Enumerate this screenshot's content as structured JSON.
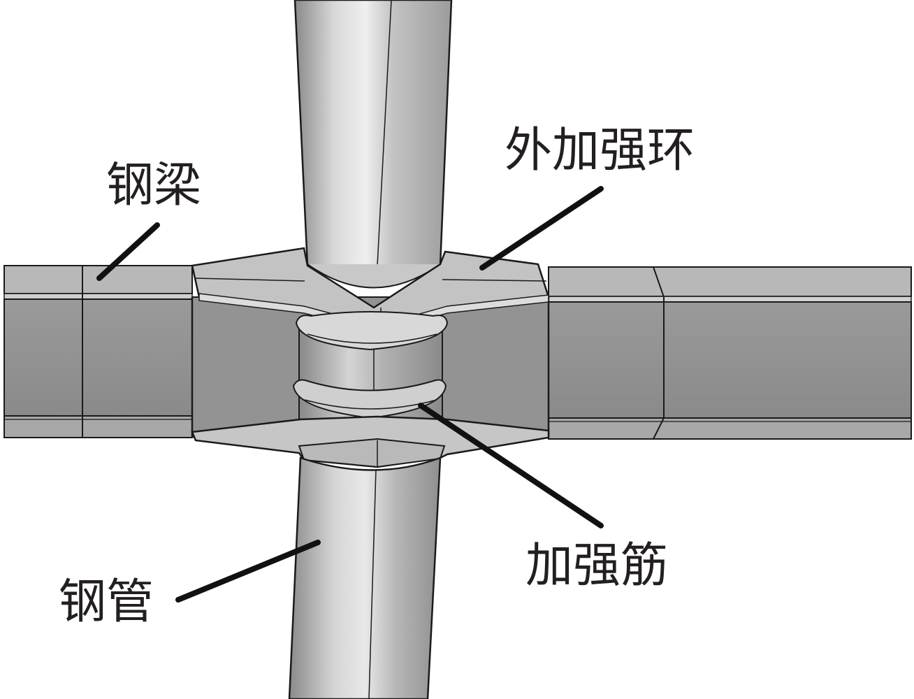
{
  "labels": {
    "steel_beam": "钢梁",
    "outer_stiffening_ring": "外加强环",
    "stiffener": "加强筋",
    "steel_tube": "钢管"
  },
  "colors": {
    "beam_top": "#b4b4b4",
    "beam_web": "#8e8e8e",
    "beam_flange": "#c9c9c9",
    "ring_top": "#c2c2c2",
    "ring_edge": "#dadada",
    "tube_mid": "#cfcfcf",
    "tube_dark": "#7a7a7a",
    "outline": "#1a1a1a",
    "leader_line": "#111111",
    "text": "#231f20"
  }
}
